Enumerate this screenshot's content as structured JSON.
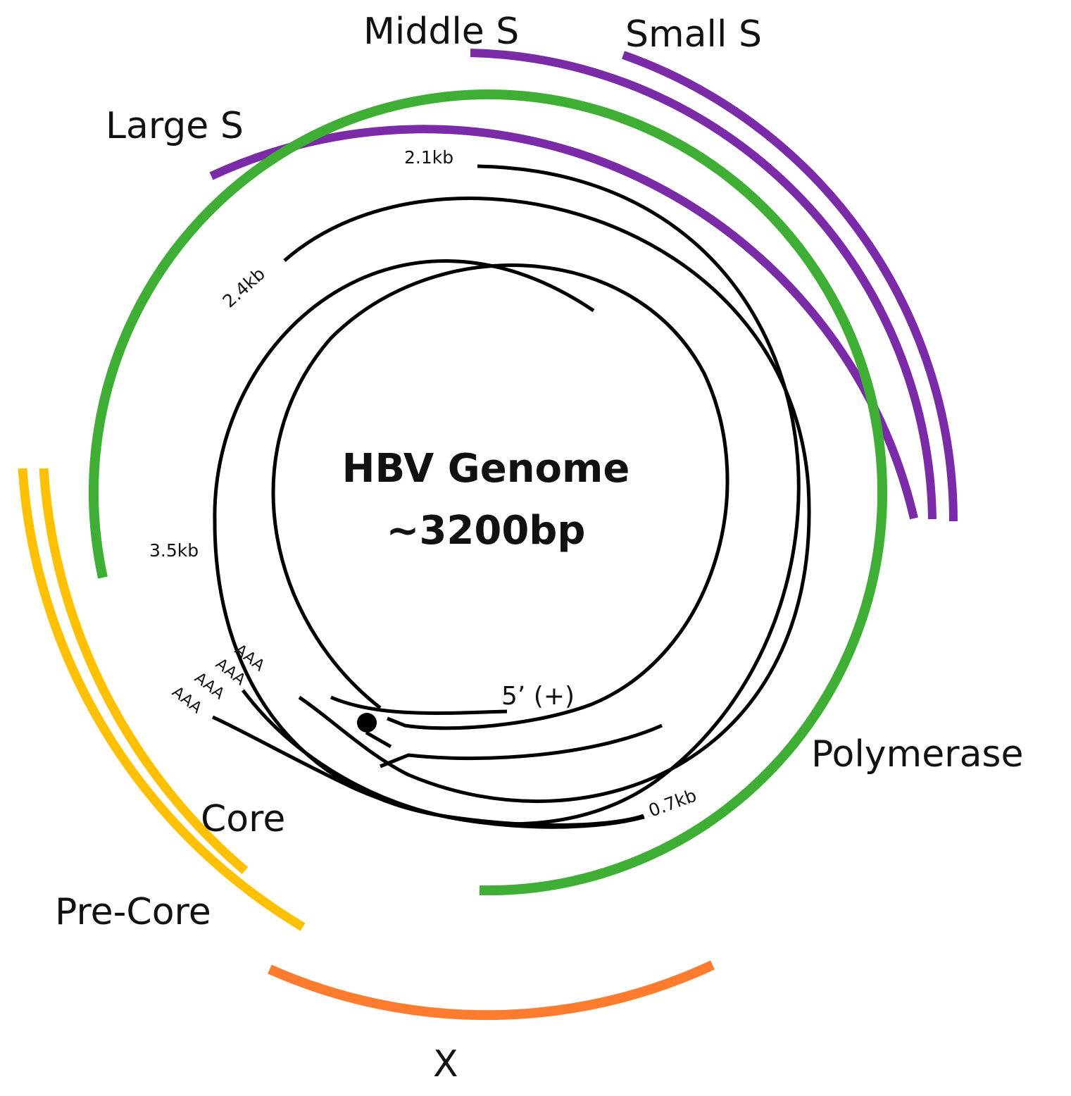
{
  "center": {
    "title_line1": "HBV Genome",
    "title_line2": "~3200bp"
  },
  "genes": {
    "large_s": "Large S",
    "middle_s": "Middle S",
    "small_s": "Small S",
    "polymerase": "Polymerase",
    "core": "Core",
    "pre_core": "Pre-Core",
    "x": "X"
  },
  "transcripts": {
    "t_2_1": "2.1kb",
    "t_2_4": "2.4kb",
    "t_3_5": "3.5kb",
    "t_0_7": "0.7kb"
  },
  "poly_a": "AAA",
  "five_prime": "5’ (+)",
  "colors": {
    "s_genes": "#7b2aa8",
    "polymerase": "#3fae34",
    "core": "#ffc000",
    "x": "#ff7b2e",
    "rna": "#000000"
  }
}
